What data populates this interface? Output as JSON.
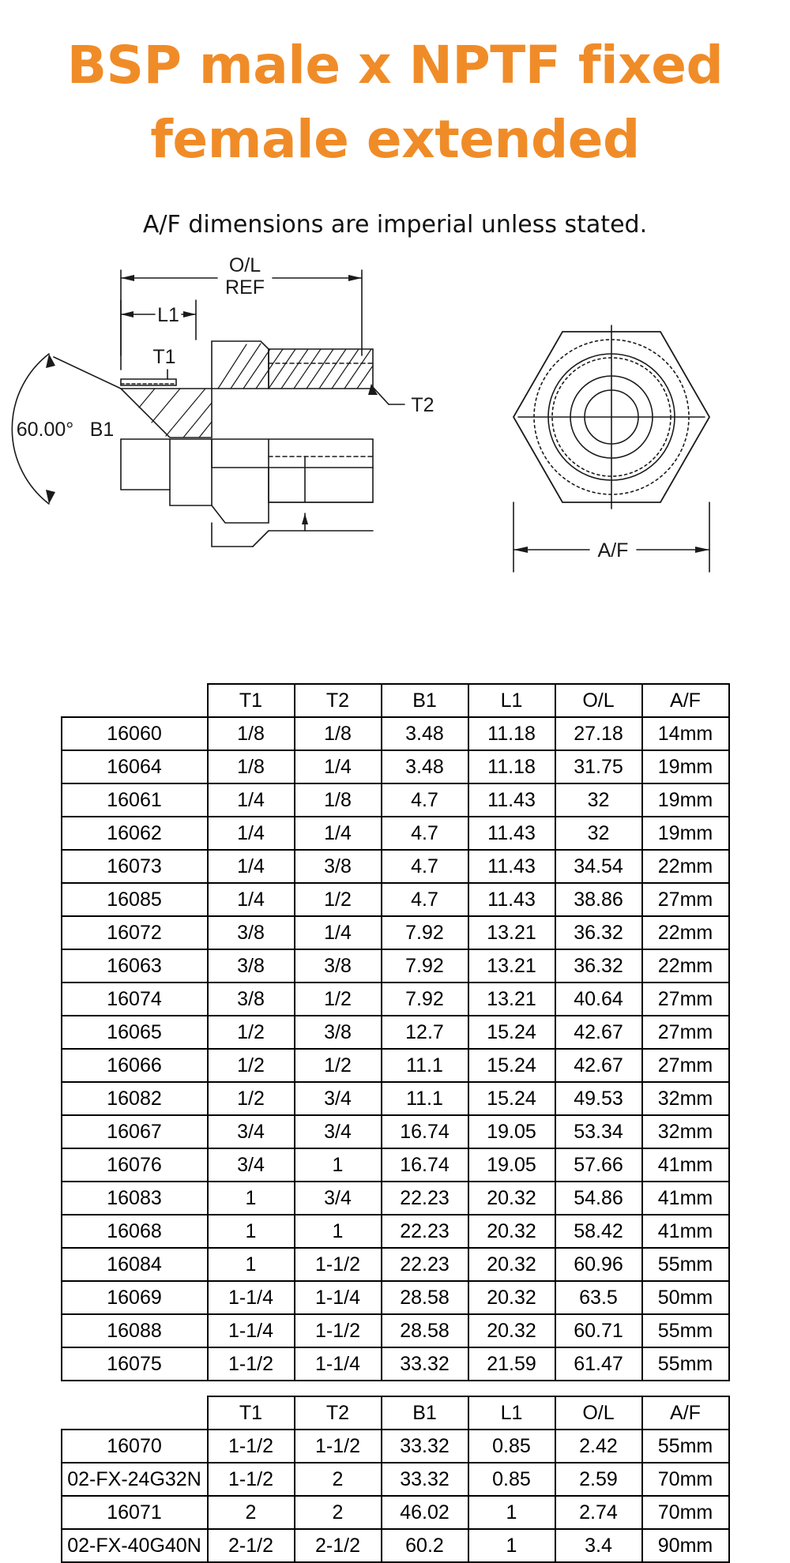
{
  "header": {
    "title": "BSP male x NPTF fixed female extended",
    "subtitle": "A/F dimensions are imperial unless stated."
  },
  "colors": {
    "title_orange": "#f08c28",
    "line_black": "#000000",
    "background": "#ffffff"
  },
  "drawing": {
    "labels": {
      "overall_length": "O/L",
      "overall_length_ref": "REF",
      "l1": "L1",
      "t1": "T1",
      "t2": "T2",
      "b1": "B1",
      "angle": "60.00°",
      "across_flats": "A/F"
    }
  },
  "tables": [
    {
      "id": "metric-table",
      "columns": [
        "",
        "T1",
        "T2",
        "B1",
        "L1",
        "O/L",
        "A/F"
      ],
      "rows": [
        [
          "16060",
          "1/8",
          "1/8",
          "3.48",
          "11.18",
          "27.18",
          "14mm"
        ],
        [
          "16064",
          "1/8",
          "1/4",
          "3.48",
          "11.18",
          "31.75",
          "19mm"
        ],
        [
          "16061",
          "1/4",
          "1/8",
          "4.7",
          "11.43",
          "32",
          "19mm"
        ],
        [
          "16062",
          "1/4",
          "1/4",
          "4.7",
          "11.43",
          "32",
          "19mm"
        ],
        [
          "16073",
          "1/4",
          "3/8",
          "4.7",
          "11.43",
          "34.54",
          "22mm"
        ],
        [
          "16085",
          "1/4",
          "1/2",
          "4.7",
          "11.43",
          "38.86",
          "27mm"
        ],
        [
          "16072",
          "3/8",
          "1/4",
          "7.92",
          "13.21",
          "36.32",
          "22mm"
        ],
        [
          "16063",
          "3/8",
          "3/8",
          "7.92",
          "13.21",
          "36.32",
          "22mm"
        ],
        [
          "16074",
          "3/8",
          "1/2",
          "7.92",
          "13.21",
          "40.64",
          "27mm"
        ],
        [
          "16065",
          "1/2",
          "3/8",
          "12.7",
          "15.24",
          "42.67",
          "27mm"
        ],
        [
          "16066",
          "1/2",
          "1/2",
          "11.1",
          "15.24",
          "42.67",
          "27mm"
        ],
        [
          "16082",
          "1/2",
          "3/4",
          "11.1",
          "15.24",
          "49.53",
          "32mm"
        ],
        [
          "16067",
          "3/4",
          "3/4",
          "16.74",
          "19.05",
          "53.34",
          "32mm"
        ],
        [
          "16076",
          "3/4",
          "1",
          "16.74",
          "19.05",
          "57.66",
          "41mm"
        ],
        [
          "16083",
          "1",
          "3/4",
          "22.23",
          "20.32",
          "54.86",
          "41mm"
        ],
        [
          "16068",
          "1",
          "1",
          "22.23",
          "20.32",
          "58.42",
          "41mm"
        ],
        [
          "16084",
          "1",
          "1-1/2",
          "22.23",
          "20.32",
          "60.96",
          "55mm"
        ],
        [
          "16069",
          "1-1/4",
          "1-1/4",
          "28.58",
          "20.32",
          "63.5",
          "50mm"
        ],
        [
          "16088",
          "1-1/4",
          "1-1/2",
          "28.58",
          "20.32",
          "60.71",
          "55mm"
        ],
        [
          "16075",
          "1-1/2",
          "1-1/4",
          "33.32",
          "21.59",
          "61.47",
          "55mm"
        ]
      ]
    },
    {
      "id": "imperial-table",
      "columns": [
        "",
        "T1",
        "T2",
        "B1",
        "L1",
        "O/L",
        "A/F"
      ],
      "rows": [
        [
          "16070",
          "1-1/2",
          "1-1/2",
          "33.32",
          "0.85",
          "2.42",
          "55mm"
        ],
        [
          "02-FX-24G32N",
          "1-1/2",
          "2",
          "33.32",
          "0.85",
          "2.59",
          "70mm"
        ],
        [
          "16071",
          "2",
          "2",
          "46.02",
          "1",
          "2.74",
          "70mm"
        ],
        [
          "02-FX-40G40N",
          "2-1/2",
          "2-1/2",
          "60.2",
          "1",
          "3.4",
          "90mm"
        ]
      ]
    }
  ]
}
